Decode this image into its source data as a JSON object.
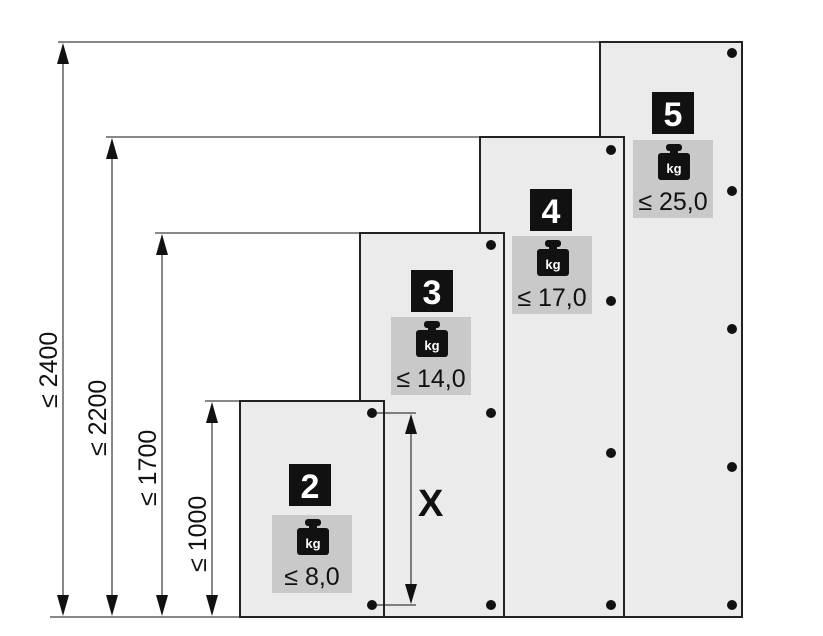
{
  "colors": {
    "panel_fill": "#ebebeb",
    "panel_stroke": "#222222",
    "badge_fill": "#111111",
    "weight_box_fill": "#c9c9c9",
    "line": "#111111"
  },
  "dimensions": [
    {
      "label": "≤ 2400"
    },
    {
      "label": "≤ 2200"
    },
    {
      "label": "≤ 1700"
    },
    {
      "label": "≤ 1000"
    }
  ],
  "panels": [
    {
      "number": "2",
      "unit": "kg",
      "weight": "≤ 8,0"
    },
    {
      "number": "3",
      "unit": "kg",
      "weight": "≤ 14,0"
    },
    {
      "number": "4",
      "unit": "kg",
      "weight": "≤ 17,0"
    },
    {
      "number": "5",
      "unit": "kg",
      "weight": "≤ 25,0"
    }
  ],
  "x_dimension": {
    "label": "X"
  },
  "icons": {
    "weight": "kg-weight-icon",
    "hinge": "hinge-dot-icon",
    "arrow": "arrow-icon"
  }
}
